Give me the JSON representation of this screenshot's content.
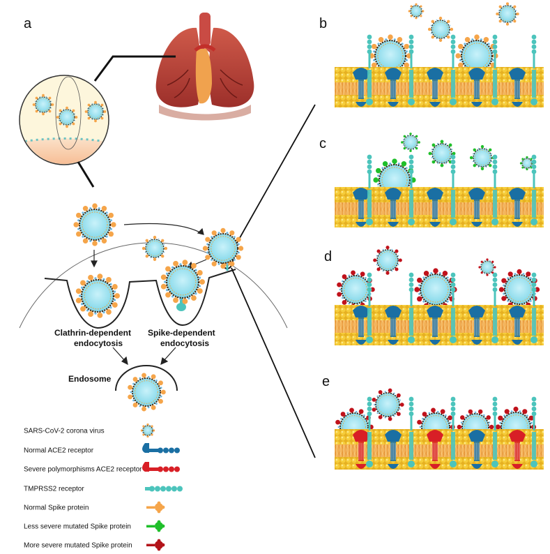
{
  "panels": {
    "a": "a",
    "b": "b",
    "c": "c",
    "d": "d",
    "e": "e"
  },
  "captions": {
    "clathrin_line1": "Clathrin-dependent",
    "clathrin_line2": "endocytosis",
    "spike_line1": "Spike-dependent",
    "spike_line2": "endocytosis",
    "endosome": "Endosome"
  },
  "legend": [
    {
      "label": "SARS-CoV-2 corona virus",
      "icon": "virus-icon"
    },
    {
      "label": "Normal ACE2 receptor",
      "icon": "ace2-normal-icon",
      "color": "#1a6fa3"
    },
    {
      "label": "Severe polymorphisms ACE2 receptor",
      "icon": "ace2-severe-icon",
      "color": "#d81f26"
    },
    {
      "label": "TMPRSS2 receptor",
      "icon": "tmprss2-icon",
      "color": "#4cc4bc"
    },
    {
      "label": "Normal Spike protein",
      "icon": "spike-normal-icon",
      "color": "#f5a54a"
    },
    {
      "label": "Less severe mutated Spike protein",
      "icon": "spike-less-severe-icon",
      "color": "#1fbf2a"
    },
    {
      "label": "More severe mutated Spike protein",
      "icon": "spike-more-severe-icon",
      "color": "#b3141a"
    }
  ],
  "colors": {
    "virus_core": "#8fe0ef",
    "virus_ring": "#3a2a1a",
    "spike_normal": "#f5a54a",
    "spike_green": "#1fbf2a",
    "spike_red": "#c0121b",
    "ace2_blue": "#1a6fa3",
    "ace2_red": "#d81f26",
    "tmprss2": "#4cc4bc",
    "membrane_yellow": "#f2c230",
    "membrane_orange": "#f0a43a",
    "lung": "#b8443a"
  }
}
